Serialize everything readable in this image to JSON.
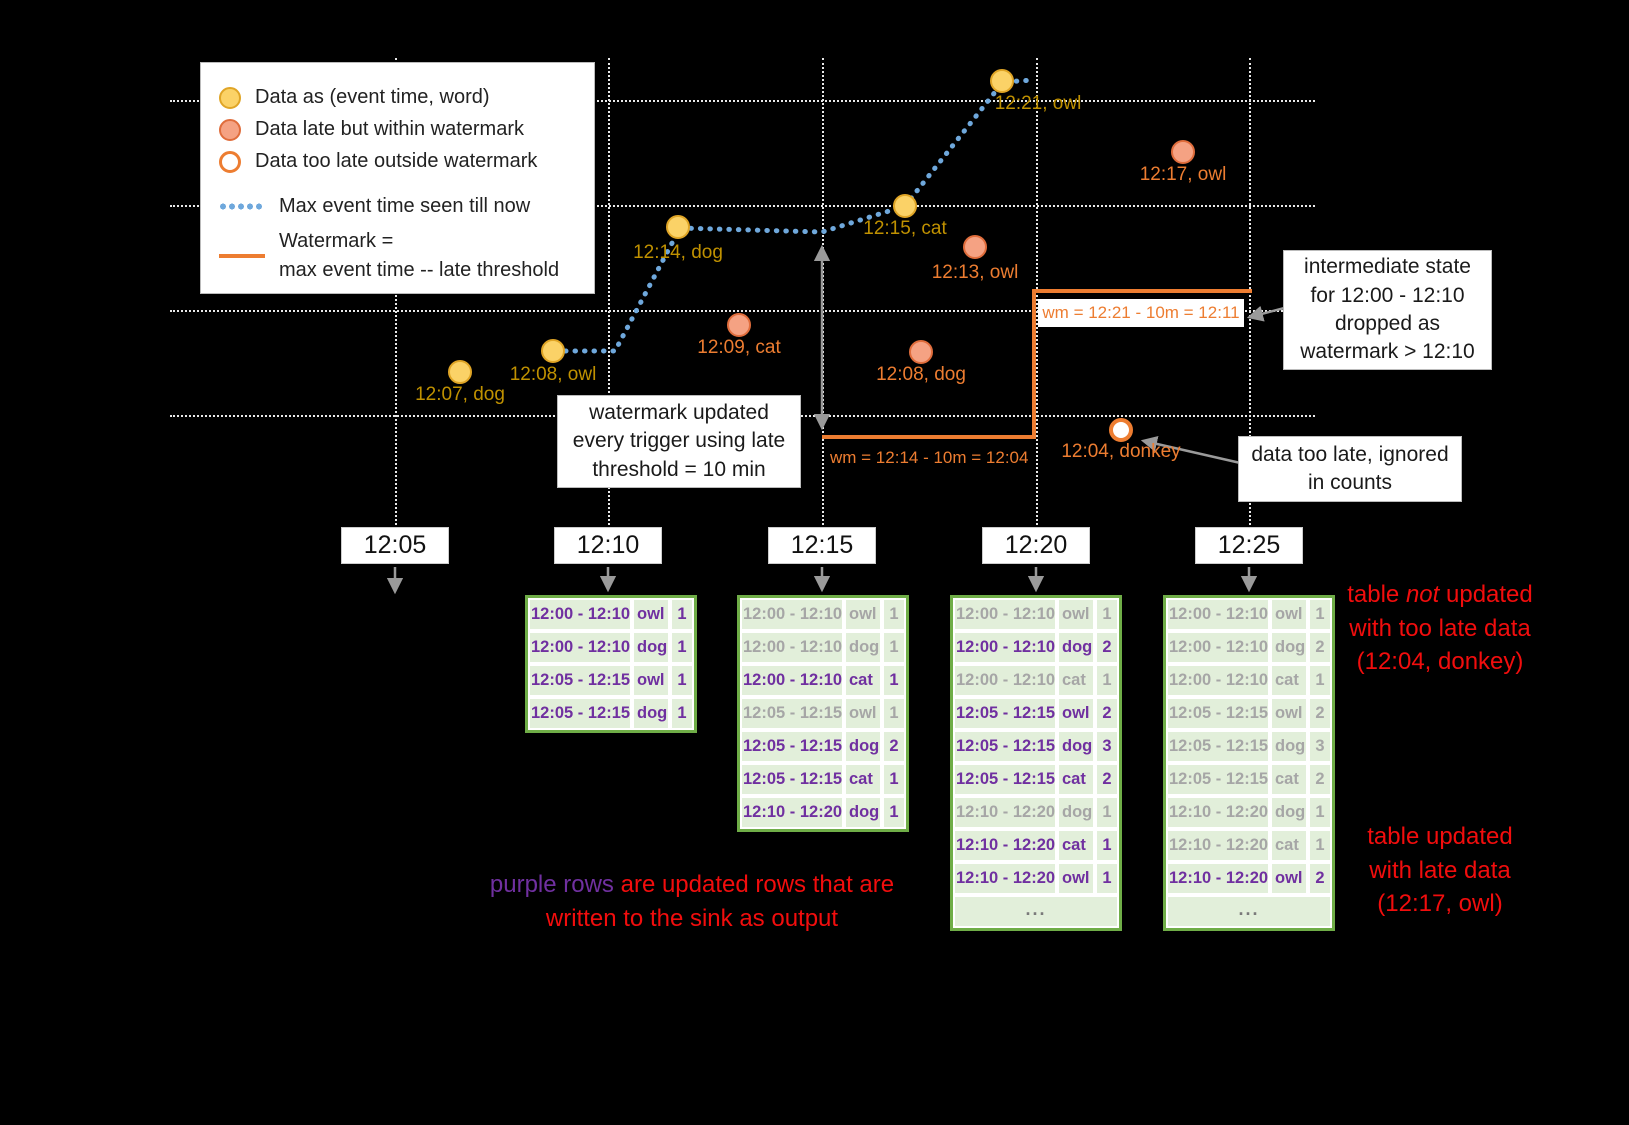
{
  "legend": {
    "items": [
      {
        "label": "Data as (event time, word)"
      },
      {
        "label": "Data late but within watermark"
      },
      {
        "label": "Data too late outside watermark"
      },
      {
        "label": "Max event time seen till now"
      },
      {
        "label": "Watermark =",
        "label2": "max event time -- late threshold"
      }
    ]
  },
  "points": [
    {
      "label": "12:07, dog",
      "kind": "ontime"
    },
    {
      "label": "12:08, owl",
      "kind": "ontime"
    },
    {
      "label": "12:14, dog",
      "kind": "ontime"
    },
    {
      "label": "12:15, cat",
      "kind": "ontime"
    },
    {
      "label": "12:21, owl",
      "kind": "ontime"
    },
    {
      "label": "12:09, cat",
      "kind": "late"
    },
    {
      "label": "12:13, owl",
      "kind": "late"
    },
    {
      "label": "12:08, dog",
      "kind": "late"
    },
    {
      "label": "12:17, owl",
      "kind": "late"
    },
    {
      "label": "12:04, donkey",
      "kind": "toolate"
    }
  ],
  "watermarks": {
    "wm1": "wm = 12:14 - 10m = 12:04",
    "wm2": "wm = 12:21 - 10m = 12:11"
  },
  "callouts": {
    "watermark_update": "watermark updated every trigger using late threshold = 10 min",
    "intermediate_state": "intermediate state for 12:00 - 12:10 dropped as watermark > 12:10",
    "too_late": "data too late, ignored in counts"
  },
  "time_axis": [
    {
      "label": "12:05"
    },
    {
      "label": "12:10"
    },
    {
      "label": "12:15"
    },
    {
      "label": "12:20"
    },
    {
      "label": "12:25"
    }
  ],
  "tables": [
    {
      "trigger": "12:10",
      "rows": [
        {
          "window": "12:00 - 12:10",
          "word": "owl",
          "count": "1",
          "updated": true
        },
        {
          "window": "12:00 - 12:10",
          "word": "dog",
          "count": "1",
          "updated": true
        },
        {
          "window": "12:05 - 12:15",
          "word": "owl",
          "count": "1",
          "updated": true
        },
        {
          "window": "12:05 - 12:15",
          "word": "dog",
          "count": "1",
          "updated": true
        }
      ]
    },
    {
      "trigger": "12:15",
      "rows": [
        {
          "window": "12:00 - 12:10",
          "word": "owl",
          "count": "1",
          "updated": false
        },
        {
          "window": "12:00 - 12:10",
          "word": "dog",
          "count": "1",
          "updated": false
        },
        {
          "window": "12:00 - 12:10",
          "word": "cat",
          "count": "1",
          "updated": true
        },
        {
          "window": "12:05 - 12:15",
          "word": "owl",
          "count": "1",
          "updated": false
        },
        {
          "window": "12:05 - 12:15",
          "word": "dog",
          "count": "2",
          "updated": true
        },
        {
          "window": "12:05 - 12:15",
          "word": "cat",
          "count": "1",
          "updated": true
        },
        {
          "window": "12:10 - 12:20",
          "word": "dog",
          "count": "1",
          "updated": true
        }
      ]
    },
    {
      "trigger": "12:20",
      "more": "...",
      "rows": [
        {
          "window": "12:00 - 12:10",
          "word": "owl",
          "count": "1",
          "updated": false
        },
        {
          "window": "12:00 - 12:10",
          "word": "dog",
          "count": "2",
          "updated": true
        },
        {
          "window": "12:00 - 12:10",
          "word": "cat",
          "count": "1",
          "updated": false
        },
        {
          "window": "12:05 - 12:15",
          "word": "owl",
          "count": "2",
          "updated": true
        },
        {
          "window": "12:05 - 12:15",
          "word": "dog",
          "count": "3",
          "updated": true
        },
        {
          "window": "12:05 - 12:15",
          "word": "cat",
          "count": "2",
          "updated": true
        },
        {
          "window": "12:10 - 12:20",
          "word": "dog",
          "count": "1",
          "updated": false
        },
        {
          "window": "12:10 - 12:20",
          "word": "cat",
          "count": "1",
          "updated": true
        },
        {
          "window": "12:10 - 12:20",
          "word": "owl",
          "count": "1",
          "updated": true
        }
      ]
    },
    {
      "trigger": "12:25",
      "more": "...",
      "rows": [
        {
          "window": "12:00 - 12:10",
          "word": "owl",
          "count": "1",
          "updated": false
        },
        {
          "window": "12:00 - 12:10",
          "word": "dog",
          "count": "2",
          "updated": false
        },
        {
          "window": "12:00 - 12:10",
          "word": "cat",
          "count": "1",
          "updated": false
        },
        {
          "window": "12:05 - 12:15",
          "word": "owl",
          "count": "2",
          "updated": false
        },
        {
          "window": "12:05 - 12:15",
          "word": "dog",
          "count": "3",
          "updated": false
        },
        {
          "window": "12:05 - 12:15",
          "word": "cat",
          "count": "2",
          "updated": false
        },
        {
          "window": "12:10 - 12:20",
          "word": "dog",
          "count": "1",
          "updated": false
        },
        {
          "window": "12:10 - 12:20",
          "word": "cat",
          "count": "1",
          "updated": false
        },
        {
          "window": "12:10 - 12:20",
          "word": "owl",
          "count": "2",
          "updated": true
        }
      ]
    }
  ],
  "notes": {
    "top": {
      "a": "table ",
      "b": "not",
      "c": " updated with too late data (12:04, donkey)"
    },
    "bottom": "table updated with late data (12:17, owl)",
    "purple_lead": "purple rows",
    "purple_rest": " are updated rows that are written to the sink as output"
  }
}
